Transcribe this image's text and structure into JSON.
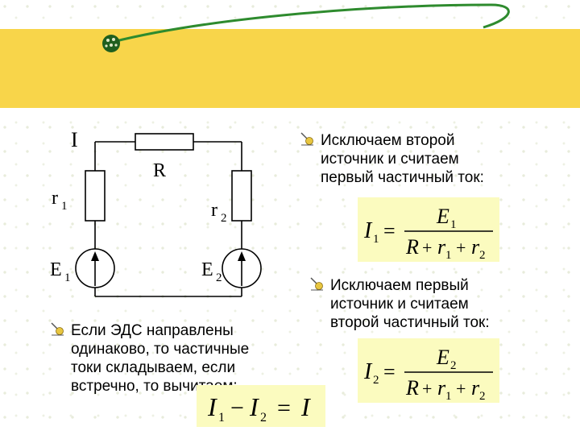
{
  "bullets": [
    {
      "lines": [
        "Исключаем второй",
        "источник и считаем",
        "первый частичный ток:"
      ]
    },
    {
      "lines": [
        "Исключаем первый",
        "источник и считаем",
        "второй частичный ток:"
      ]
    },
    {
      "lines": [
        "Если ЭДС направлены",
        "одинаково, то частичные",
        "токи складываем, если",
        "встречно, то вычитаем:"
      ]
    }
  ],
  "circuit": {
    "current_label": "I",
    "resistor_label": "R",
    "r1_label": "r",
    "r1_sub": "1",
    "r2_label": "r",
    "r2_sub": "2",
    "e1_label": "E",
    "e1_sub": "1",
    "e2_label": "E",
    "e2_sub": "2"
  },
  "formulas": {
    "f1": {
      "lhs": "I",
      "lhs_sub": "1",
      "eq": "=",
      "num": "E",
      "num_sub": "1",
      "den_R": "R",
      "plus1": "+",
      "den_r1": "r",
      "den_r1_sub": "1",
      "plus2": "+",
      "den_r2": "r",
      "den_r2_sub": "2"
    },
    "f2": {
      "lhs": "I",
      "lhs_sub": "2",
      "eq": "=",
      "num": "E",
      "num_sub": "2",
      "den_R": "R",
      "plus1": "+",
      "den_r1": "r",
      "den_r1_sub": "1",
      "plus2": "+",
      "den_r2": "r",
      "den_r2_sub": "2"
    },
    "f3": {
      "a": "I",
      "a_sub": "1",
      "minus": "−",
      "b": "I",
      "b_sub": "2",
      "eq": "=",
      "c": "I"
    }
  },
  "colors": {
    "banner": "#f8d54a",
    "swoosh": "#2e8b2e",
    "formula_bg": "#fbfbbf",
    "bullet_fill": "#e8c640"
  },
  "icons": [
    "pencil-bullet-icon",
    "swoosh-ball-icon"
  ]
}
